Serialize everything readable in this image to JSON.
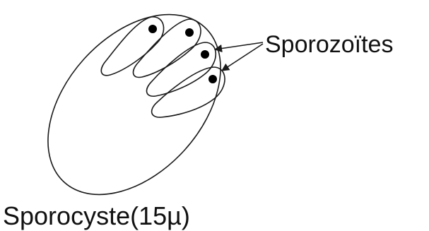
{
  "diagram": {
    "title": "",
    "labels": {
      "sporozoites": "Sporozoïtes",
      "sporocyst": "Sporocyste(15µ)"
    },
    "parts": {
      "sporocyst_wall": "sporocyst-outline",
      "sporozoite_count": 4
    },
    "colors": {
      "stroke": "#1a1a1a",
      "nucleus": "#000000",
      "background": "#ffffff"
    }
  }
}
